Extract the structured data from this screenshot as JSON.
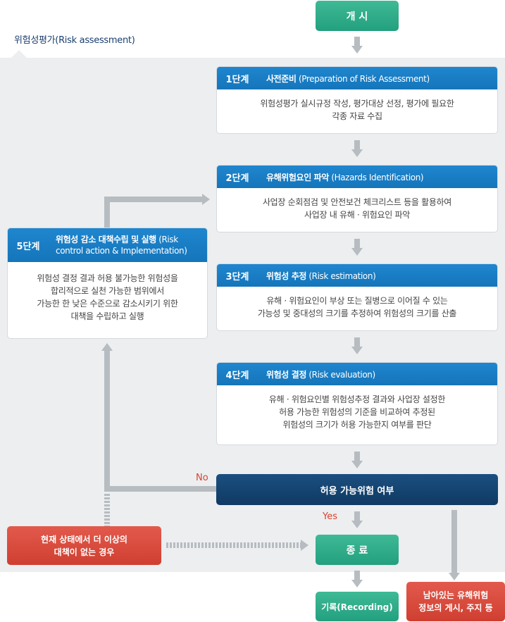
{
  "section_label": "위험성평가(Risk assessment)",
  "start": {
    "label": "개 시"
  },
  "steps": [
    {
      "num": "1단계",
      "title": "사전준비",
      "title_en": " (Preparation of Risk Assessment)",
      "body": [
        "위험성평가 실시규정 작성, 평가대상 선정, 평가에 필요한",
        "각종 자료 수집"
      ]
    },
    {
      "num": "2단계",
      "title": "유해위험요인 파악",
      "title_en": " (Hazards Identification)",
      "body": [
        "사업장 순회점검 및 안전보건 체크리스트 등을 활용하여",
        "사업장 내 유해 · 위험요인 파악"
      ]
    },
    {
      "num": "3단계",
      "title": "위험성 추정",
      "title_en": " (Risk estimation)",
      "body": [
        "유해 · 위험요인이 부상 또는 질병으로 이어질 수 있는",
        "가능성 및 중대성의 크기를 추정하여 위험성의 크기를 산출"
      ]
    },
    {
      "num": "4단계",
      "title": "위험성 결정",
      "title_en": " (Risk evaluation)",
      "body": [
        "유해 · 위험요인별 위험성추정 결과와 사업장 설정한",
        "허용 가능한 위험성의 기준을 비교하여 추정된",
        "위험성의 크기가 허용 가능한지 여부를 판단"
      ]
    }
  ],
  "step5": {
    "num": "5단계",
    "title": "위험성 감소 대책수립 및 실행",
    "title_en": " (Risk control action & Implementation)",
    "body": [
      "위험성 결정 결과 허용 불가능한 위험성을",
      "합리적으로 실천 가능한 범위에서",
      "가능한 한 낮은 수준으로 감소시키기 위한",
      "대책을 수립하고 실행"
    ]
  },
  "decision": {
    "label": "허용 가능위험 여부",
    "no_label": "No",
    "yes_label": "Yes"
  },
  "no_more_measures": {
    "lines": [
      "현재 상태에서 더 이상의",
      "대책이 없는 경우"
    ]
  },
  "end": {
    "label": "종 료"
  },
  "recording": {
    "label": "기록(Recording)"
  },
  "residual": {
    "lines": [
      "남아있는 유해위험",
      "정보의 게시, 주지 등"
    ]
  }
}
